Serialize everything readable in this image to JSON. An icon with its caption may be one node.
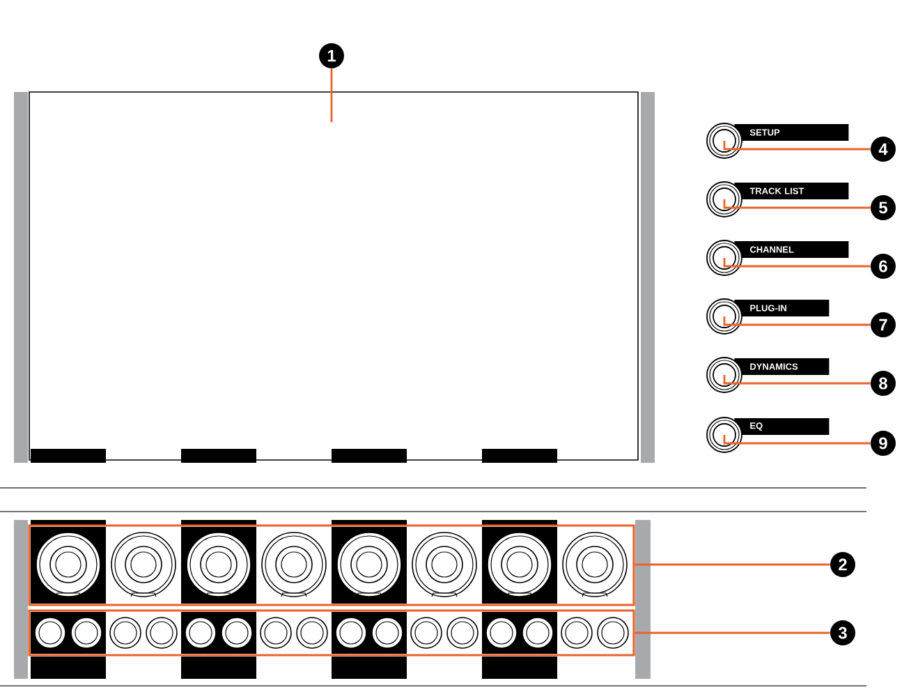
{
  "diagram": {
    "nodes": [
      {
        "text": [
          "1"
        ]
      },
      {
        "text": [],
        "shape": "box"
      },
      {
        "text": [
          "SETUP"
        ]
      },
      {
        "text": [
          "4"
        ]
      },
      {
        "text": [
          "TRACK LIST"
        ]
      },
      {
        "text": [
          "5"
        ]
      },
      {
        "text": [
          "CHANNEL"
        ]
      },
      {
        "text": [
          "6"
        ]
      },
      {
        "text": [
          "PLUG-IN"
        ]
      },
      {
        "text": [
          "7"
        ]
      },
      {
        "text": [
          "DYNAMICS"
        ]
      },
      {
        "text": [
          "8"
        ]
      },
      {
        "text": [
          "EQ"
        ]
      },
      {
        "text": [
          "9"
        ]
      },
      {
        "text": [],
        "shape": "box"
      },
      {
        "text": [
          "2"
        ]
      },
      {
        "text": [],
        "shape": "box"
      },
      {
        "text": [
          "3"
        ]
      }
    ],
    "edges": [
      {
        "from": 0,
        "to": 1,
        "arrow": "none"
      },
      {
        "from": 3,
        "to": 2,
        "arrow": "none"
      },
      {
        "from": 5,
        "to": 4,
        "arrow": "none"
      },
      {
        "from": 7,
        "to": 6,
        "arrow": "none"
      },
      {
        "from": 9,
        "to": 8,
        "arrow": "none"
      },
      {
        "from": 11,
        "to": 10,
        "arrow": "none"
      },
      {
        "from": 13,
        "to": 12,
        "arrow": "none"
      },
      {
        "from": 15,
        "to": 14,
        "arrow": "none"
      },
      {
        "from": 17,
        "to": 16,
        "arrow": "none"
      }
    ]
  }
}
